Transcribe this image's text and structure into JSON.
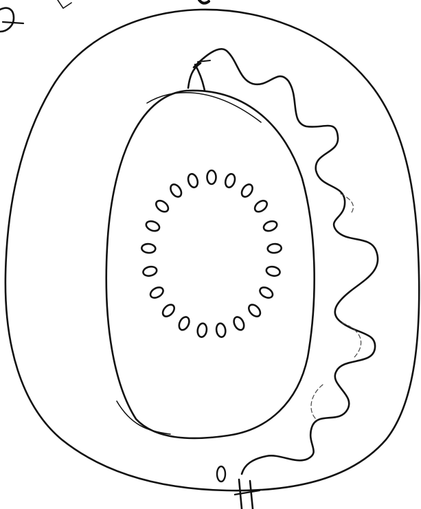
{
  "drawing": {
    "kind": "hand-drawn pencil sketch",
    "ink_color": "#111111",
    "paper_color": "#ffffff",
    "parts": [
      "outer-ring",
      "inner-oval",
      "seed-ring",
      "wavy-edge",
      "top-stem",
      "bottom-stem",
      "corner-scribble"
    ],
    "seed_count": 21
  }
}
